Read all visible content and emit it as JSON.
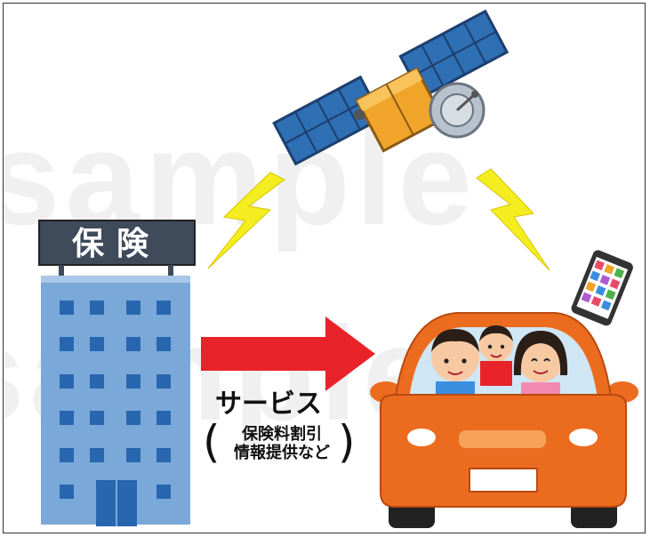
{
  "watermark": {
    "text": "sample"
  },
  "building": {
    "sign_text": "保険"
  },
  "arrow": {
    "label": "サービス",
    "detail_open": "(",
    "detail_line1": "保険料割引",
    "detail_line2": "情報提供など",
    "detail_close": ")"
  },
  "colors": {
    "arrow_red": "#e8242a",
    "car_orange": "#ec6c1f",
    "building_blue": "#7aa8d8",
    "sign_dark": "#3f4a5a",
    "lightning_yellow": "#f4ee20",
    "satellite_panel": "#2f6fb4",
    "satellite_body": "#f0a52a"
  }
}
